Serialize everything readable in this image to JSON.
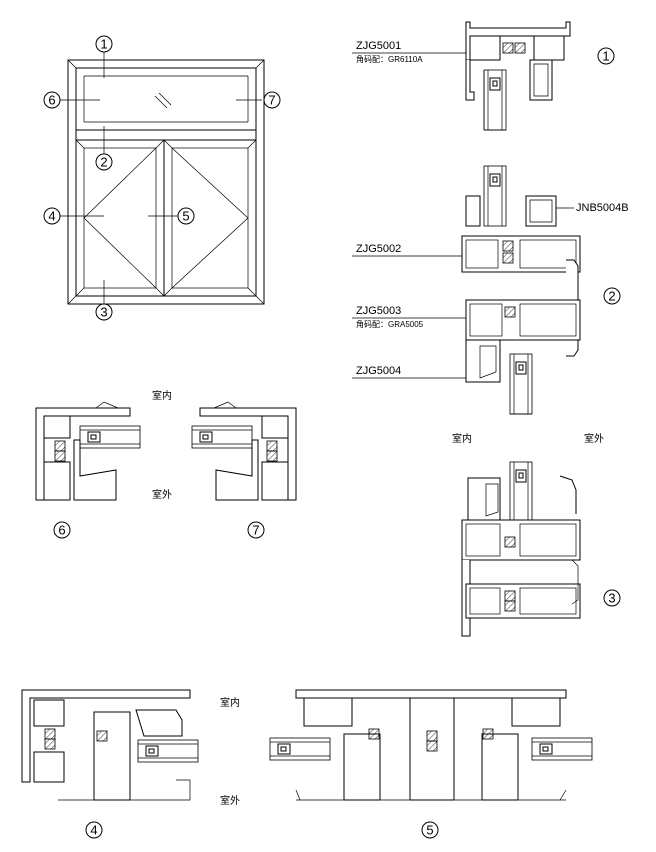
{
  "elevation": {
    "markers": [
      "1",
      "2",
      "3",
      "4",
      "5",
      "6",
      "7"
    ]
  },
  "section_1": {
    "marker": "1",
    "profile_code": "ZJG5001",
    "corner_note": "角码配：GR6110A"
  },
  "section_2": {
    "marker": "2",
    "profile_codes": [
      "JNB5004B",
      "ZJG5002",
      "ZJG5003",
      "ZJG5004"
    ],
    "corner_note": "角码配：GRA5005"
  },
  "section_3": {
    "marker": "3",
    "indoor_label": "室内",
    "outdoor_label": "室外"
  },
  "section_67": {
    "marker_left": "6",
    "marker_right": "7",
    "indoor_label": "室内",
    "outdoor_label": "室外"
  },
  "section_4": {
    "marker": "4",
    "indoor_label": "室内",
    "outdoor_label": "室外"
  },
  "section_5": {
    "marker": "5"
  }
}
